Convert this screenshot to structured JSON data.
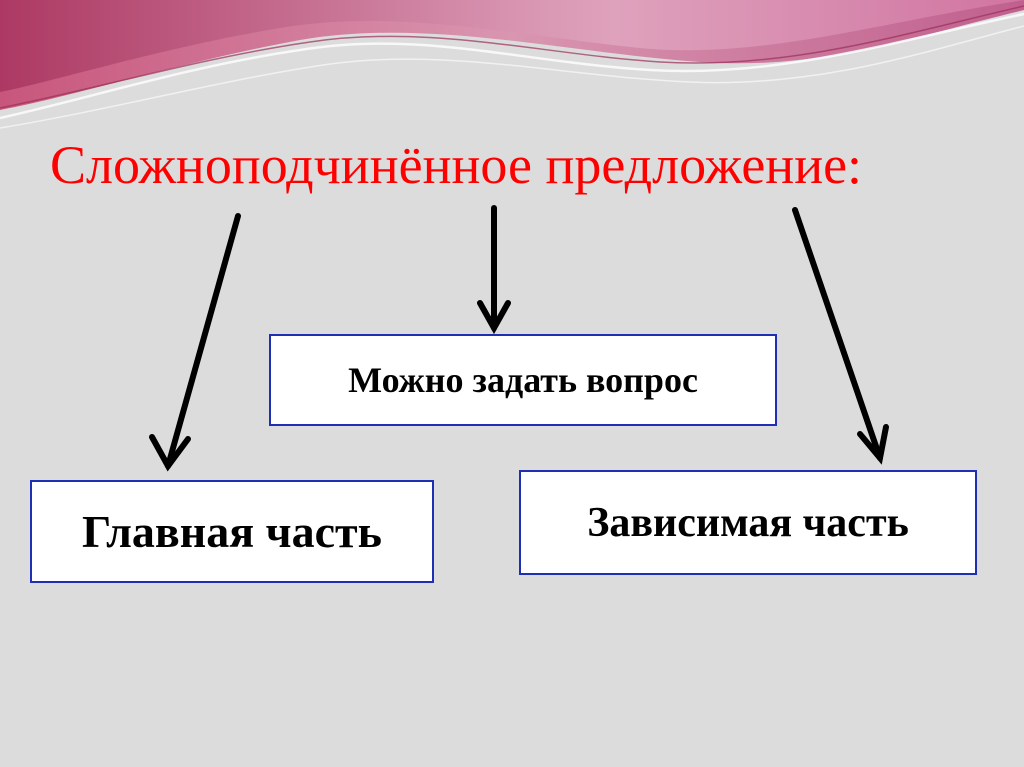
{
  "slide": {
    "title": "Сложноподчинённое предложение:",
    "boxes": {
      "question": "Можно задать вопрос",
      "main_part": "Главная часть",
      "dependent_part": "Зависимая часть"
    }
  },
  "colors": {
    "title": "#ff0000",
    "box_border": "#1f2fb5",
    "background": "#dcdcdc"
  }
}
